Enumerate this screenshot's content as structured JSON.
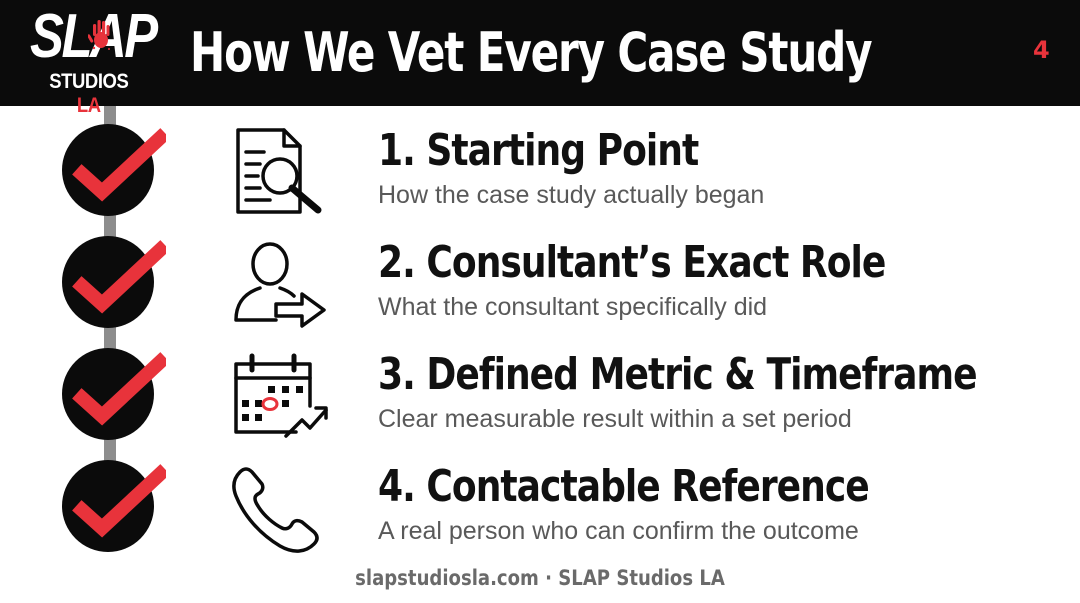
{
  "logo": {
    "brand": "SLAP",
    "sub_primary": "STUDIOS",
    "sub_accent": "LA"
  },
  "header": {
    "title": "How We Vet Every Case Study",
    "page_number": "4"
  },
  "items": [
    {
      "title": "1. Starting Point",
      "description": "How the case study actually began",
      "icon": "document-magnifier-icon"
    },
    {
      "title": "2. Consultant’s Exact Role",
      "description": "What the consultant specifically did",
      "icon": "person-arrow-icon"
    },
    {
      "title": "3. Defined Metric & Timeframe",
      "description": "Clear measurable result within a set period",
      "icon": "calendar-growth-icon"
    },
    {
      "title": "4. Contactable Reference",
      "description": "A real person who can confirm the outcome",
      "icon": "phone-icon"
    }
  ],
  "footer": {
    "text": "slapstudiosla.com · SLAP Studios LA"
  },
  "colors": {
    "accent": "#e8333b",
    "header_bg": "#0b0b0b",
    "text_dark": "#111111",
    "text_muted": "#595959",
    "timeline": "#8d8d8d"
  }
}
